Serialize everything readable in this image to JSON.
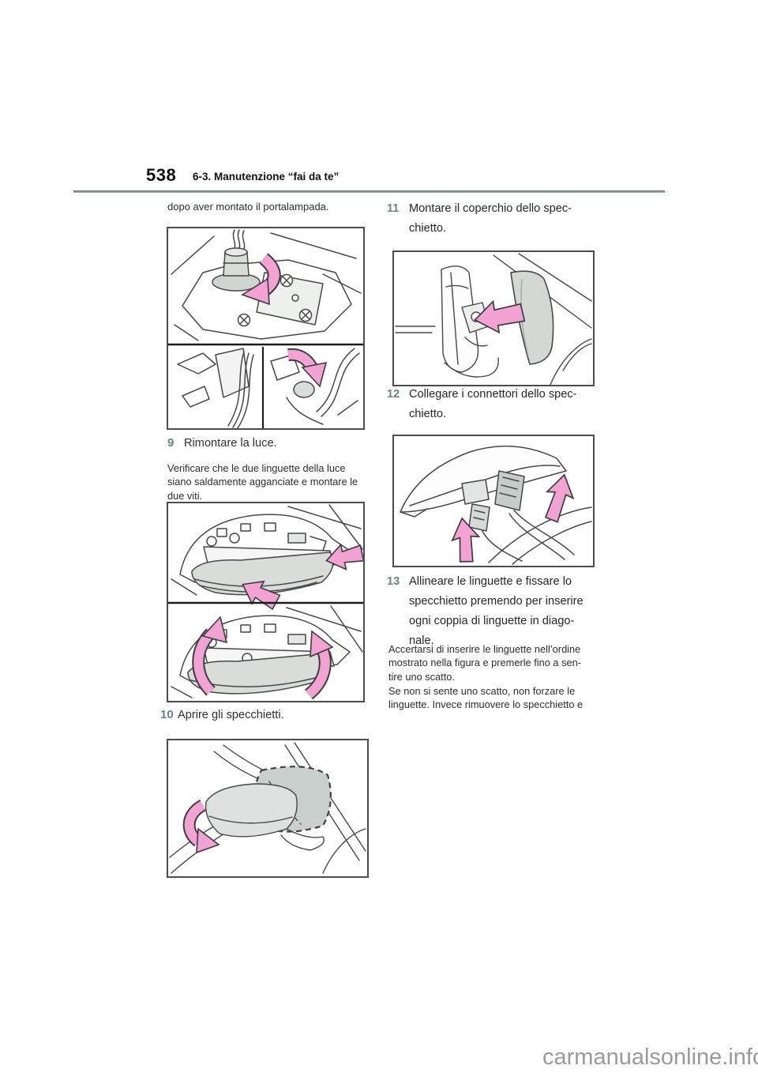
{
  "page": {
    "number": "538",
    "section_title": "6-3. Manutenzione “fai da te”",
    "watermark": "carmanualsonline.info"
  },
  "colors": {
    "step_number": "#6b8584",
    "rule_teal": "#7e918f",
    "arrow_pink": "#f2a3d4",
    "fill_gray": "#d9ddda"
  },
  "left": {
    "intro": "dopo aver montato il portalampada.",
    "step9": {
      "num": "9",
      "label": "Rimontare la luce."
    },
    "step9_note_lines": [
      "Verificare che le due linguette della luce",
      "siano saldamente agganciate e montare le",
      "due viti."
    ],
    "step10": {
      "num": "10",
      "label": "Aprire gli specchietti."
    }
  },
  "right": {
    "step11": {
      "num": "11",
      "lines": [
        "Montare il coperchio dello spec-",
        "chietto."
      ]
    },
    "step12": {
      "num": "12",
      "lines": [
        "Collegare i connettori dello spec-",
        "chietto."
      ]
    },
    "step13": {
      "num": "13",
      "lines": [
        "Allineare le linguette e fissare lo",
        "specchietto premendo per inserire",
        "ogni coppia di linguette in diago-",
        "nale."
      ]
    },
    "note1_lines": [
      "Accertarsi di inserire le linguette nell’ordine",
      "mostrato nella figura e premerle fino a sen-",
      "tire uno scatto."
    ],
    "note2_lines": [
      "Se non si sente uno scatto, non forzare le",
      "linguette. Invece rimuovere lo specchietto e"
    ]
  }
}
